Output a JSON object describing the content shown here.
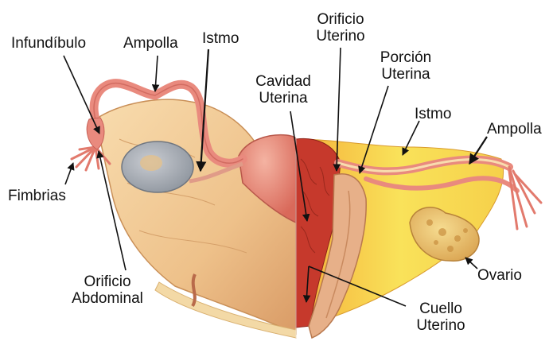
{
  "labels": {
    "infundibulo": "Infundíbulo",
    "ampolla_left": "Ampolla",
    "istmo_left": "Istmo",
    "fimbrias": "Fimbrias",
    "orificio_abdominal_1": "Orificio",
    "orificio_abdominal_2": "Abdominal",
    "cavidad_1": "Cavidad",
    "cavidad_2": "Uterina",
    "orificio_uterino_1": "Orificio",
    "orificio_uterino_2": "Uterino",
    "porcion_1": "Porción",
    "porcion_2": "Uterina",
    "istmo_right": "Istmo",
    "ampolla_right": "Ampolla",
    "ovario": "Ovario",
    "cuello_1": "Cuello",
    "cuello_2": "Uterino"
  },
  "colors": {
    "outer_uterus": "#efc58d",
    "tube_pink": "#e98a7e",
    "ovary_grey": "#a7adb5",
    "section_yellow": "#f6d54a",
    "cavity_red": "#c6392c",
    "cervix": "#e7b089"
  }
}
